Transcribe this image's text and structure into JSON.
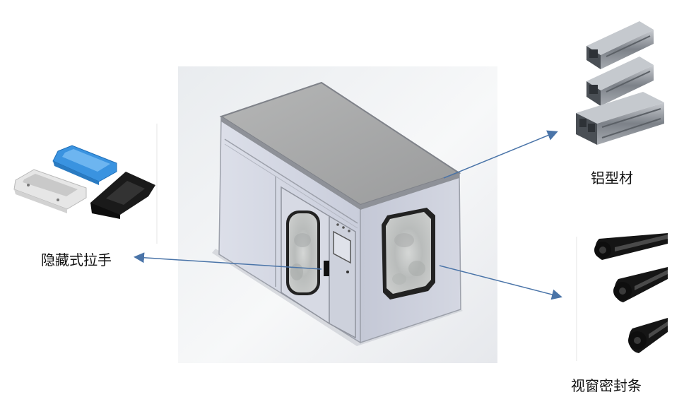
{
  "labels": {
    "handle": "隐藏式拉手",
    "profile": "铝型材",
    "seal": "视窗密封条"
  },
  "colors": {
    "arrow": "#4a74a8",
    "panel": "#d2d6e3",
    "panel_dark": "#bfc4d3",
    "roof": "#a9a9a9",
    "frame": "#8c8f98",
    "window_fog": "#c8cac9",
    "handle_blue": "#3a93e0",
    "handle_black": "#1a1a1a",
    "handle_white": "#e6e6e6",
    "profile_metal": "#8e9399",
    "seal_black": "#111111"
  },
  "icons": {
    "enclosure": "enclosure-cabinet-icon",
    "handle": "recessed-handle-icon",
    "profile": "aluminum-profile-icon",
    "seal": "window-seal-strip-icon"
  }
}
